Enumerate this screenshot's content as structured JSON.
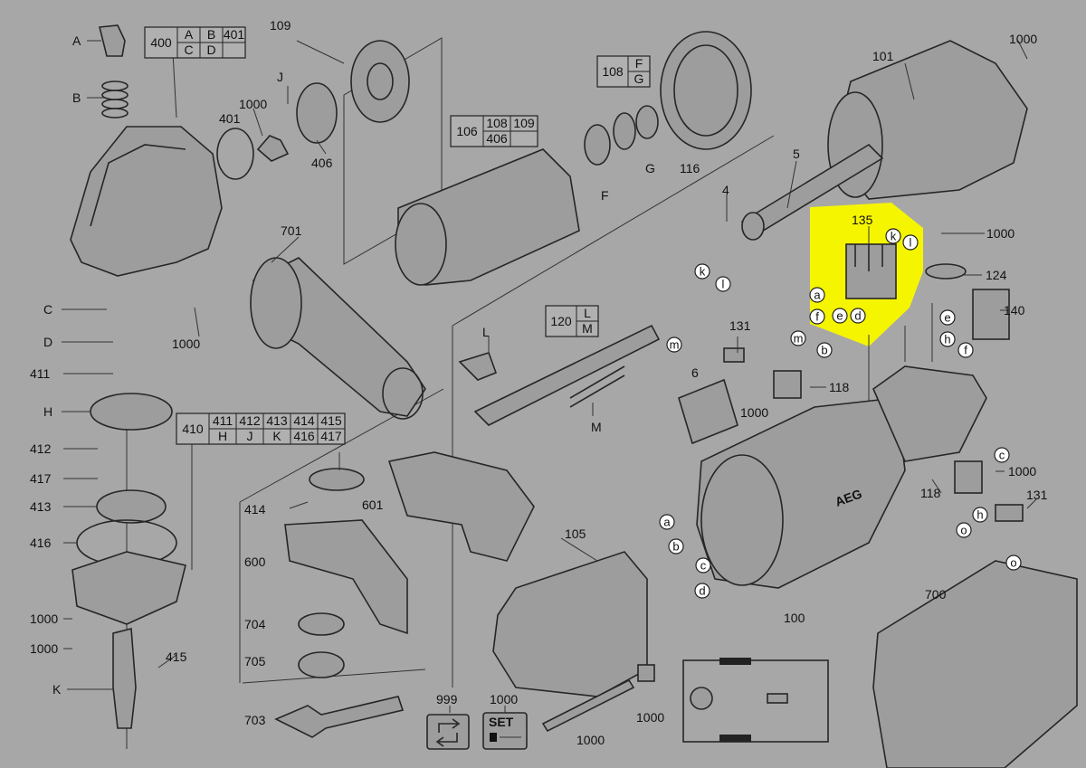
{
  "diagram": {
    "highlight_color": "#f5f500",
    "background_color": "#a7a7a7",
    "labels": [
      "A",
      "B",
      "C",
      "D",
      "411",
      "H",
      "412",
      "417",
      "413",
      "416",
      "1000",
      "1000",
      "K",
      "415",
      "109",
      "J",
      "1000",
      "401",
      "406",
      "701",
      "1000",
      "116",
      "G",
      "F",
      "101",
      "1000",
      "5",
      "4",
      "135",
      "1000",
      "124",
      "140",
      "L",
      "131",
      "118",
      "6",
      "1000",
      "M",
      "118",
      "1000",
      "131",
      "414",
      "601",
      "105",
      "600",
      "704",
      "705",
      "703",
      "999",
      "1000",
      "1000",
      "1000",
      "100",
      "700"
    ],
    "circled_letters": [
      "k",
      "l",
      "a",
      "b",
      "c",
      "d",
      "m",
      "m",
      "b",
      "e",
      "h",
      "f",
      "c",
      "h",
      "o",
      "o",
      "k",
      "l",
      "a",
      "f",
      "e",
      "d"
    ],
    "tables": [
      {
        "main": "400",
        "rows": [
          [
            "A",
            "B",
            "401"
          ],
          [
            "C",
            "D",
            ""
          ]
        ]
      },
      {
        "main": "106",
        "rows": [
          [
            "108",
            "109"
          ],
          [
            "406",
            ""
          ]
        ]
      },
      {
        "main": "108",
        "rows": [
          [
            "F"
          ],
          [
            "G"
          ]
        ]
      },
      {
        "main": "120",
        "rows": [
          [
            "L"
          ],
          [
            "M"
          ]
        ]
      },
      {
        "main": "410",
        "rows": [
          [
            "411",
            "412",
            "413",
            "414",
            "415"
          ],
          [
            "H",
            "J",
            "K",
            "416",
            "417"
          ]
        ]
      }
    ],
    "set_icon_text": "SET",
    "brand_logo_text": "AEG"
  }
}
